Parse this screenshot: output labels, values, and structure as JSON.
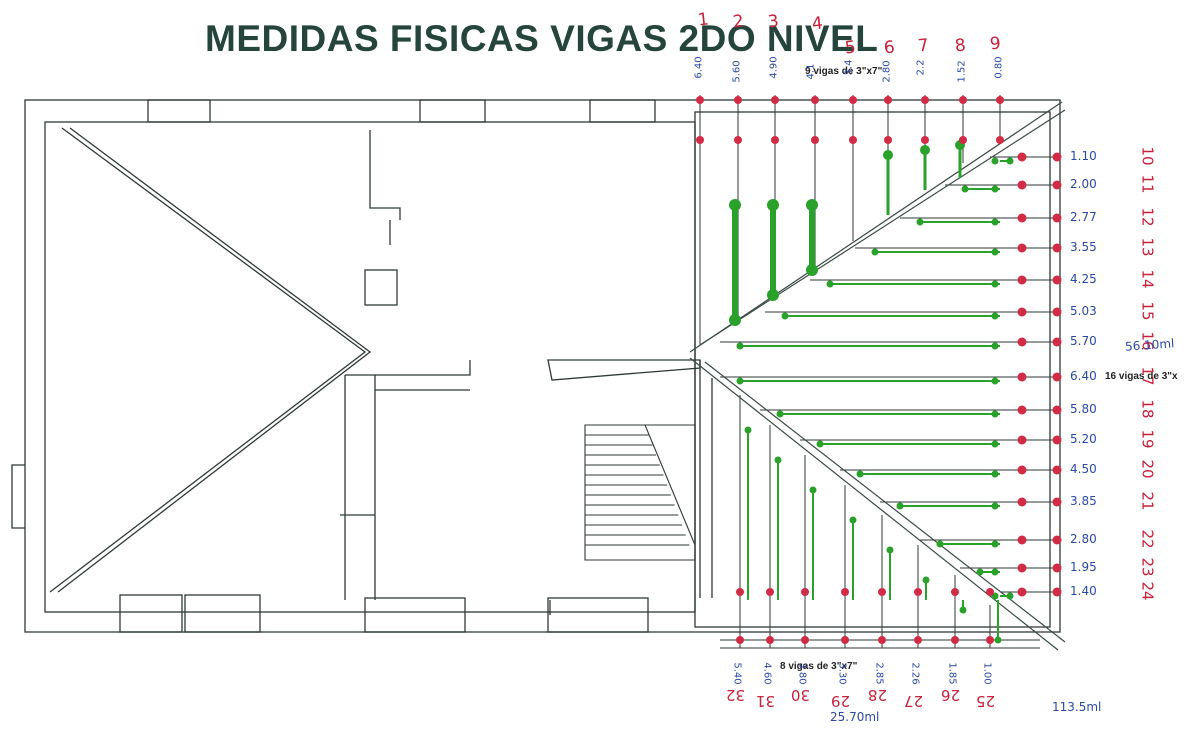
{
  "title": "MEDIDAS FISICAS VIGAS 2DO NIVEL",
  "labels": {
    "top_group": "9 vigas de 3\"x7\"",
    "right_group": "16 vigas de 3\"x",
    "bottom_group": "8 vigas de 3\"x7\""
  },
  "top_beams": {
    "numbers": [
      "1",
      "2",
      "3",
      "4",
      "5",
      "6",
      "7",
      "8",
      "9"
    ],
    "lengths": [
      "6.40",
      "5.60",
      "4.90",
      "4.1",
      "3.4",
      "2.80",
      "2.2",
      "1.52",
      "0.80"
    ]
  },
  "right_beams": {
    "numbers": [
      "10",
      "11",
      "12",
      "13",
      "14",
      "15",
      "16",
      "17",
      "18",
      "19",
      "20",
      "21",
      "22",
      "23",
      "24"
    ],
    "lengths": [
      "1.10",
      "2.00",
      "2.77",
      "3.55",
      "4.25",
      "5.03",
      "5.70",
      "6.40",
      "5.80",
      "5.20",
      "4.50",
      "3.85",
      "2.80",
      "1.95",
      "1.40"
    ]
  },
  "bottom_beams": {
    "numbers": [
      "32",
      "31",
      "30",
      "29",
      "28",
      "27",
      "26",
      "25"
    ],
    "lengths": [
      "5.40",
      "4.60",
      "3.80",
      "3.30",
      "2.85",
      "2.26",
      "1.85",
      "1.00"
    ]
  },
  "totals": {
    "right": "56.10ml",
    "bottom": "25.70ml",
    "overall": "113.5ml"
  },
  "colors": {
    "plan_lines": "#2f3a36",
    "beam_marker_red": "#d22b45",
    "measure_green": "#2aa12a",
    "handwriting_red": "#c8213a",
    "handwriting_blue": "#2b4aa8"
  }
}
